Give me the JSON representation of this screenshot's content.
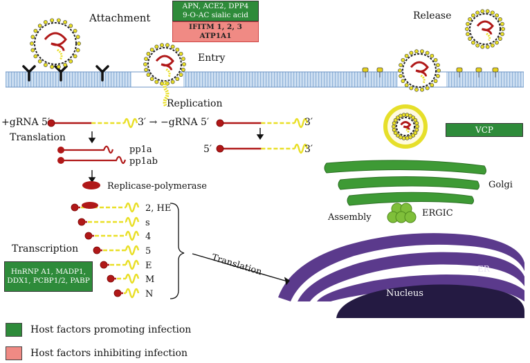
{
  "colors": {
    "green": "#2e8b3a",
    "pink": "#f08a84",
    "membrane": "#a9c7e8",
    "rna_red": "#b01818",
    "rna_yellow": "#e9df26",
    "golgi": "#3e9a35",
    "er": "#5b3a8c",
    "nucleus": "#241a42"
  },
  "labels": {
    "attachment": "Attachment",
    "entry": "Entry",
    "release": "Release",
    "replication": "Replication",
    "translation_top": "Translation",
    "pos_grna": "+gRNA 5′",
    "three_prime_a": "3′ →",
    "neg_grna": "−gRNA 5′",
    "three_prime_b": "3′",
    "five_prime": "5′",
    "three_prime_c": "3′",
    "pp1a": "pp1a",
    "pp1ab": "pp1ab",
    "replicase": "Replicase-polymerase",
    "transcription": "Transcription",
    "translation_arrow": "Translation",
    "assembly": "Assembly",
    "ergic": "ERGIC",
    "golgi": "Golgi",
    "er": "ER",
    "nucleus": "Nucleus"
  },
  "boxes": {
    "receptors": [
      "APN, ACE2, DPP4",
      "9-O-AC sialic acid"
    ],
    "inhibitors": [
      "IFITM 1, 2, 3",
      "ATP1A1"
    ],
    "vcp": "VCP",
    "rna_factors": [
      "HnRNP A1, MADP1,",
      "DDX1, PCBP1/2, PABP"
    ]
  },
  "subgenomic": [
    "2, HE",
    "s",
    "4",
    "5",
    "E",
    "M",
    "N"
  ],
  "legend": [
    {
      "label": "Host factors promoting infection",
      "color": "#2e8b3a"
    },
    {
      "label": "Host factors inhibiting infection",
      "color": "#f08a84"
    }
  ]
}
